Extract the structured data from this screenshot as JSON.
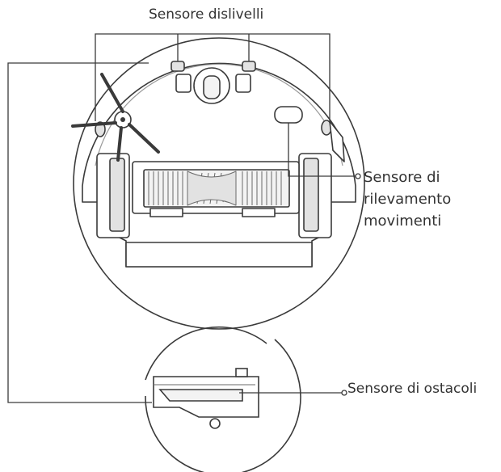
{
  "labels": {
    "cliff_sensor": "Sensore dislivelli",
    "motion_sensor": [
      "Sensore di",
      "rilevamento",
      "movimenti"
    ],
    "obstacle_sensor": "Sensore di ostacoli"
  },
  "colors": {
    "line": "#3a3a3a",
    "light_line": "#9a9a9a",
    "text": "#333333",
    "fill_light": "#f3f3f3",
    "fill_mid": "#e2e2e2"
  }
}
